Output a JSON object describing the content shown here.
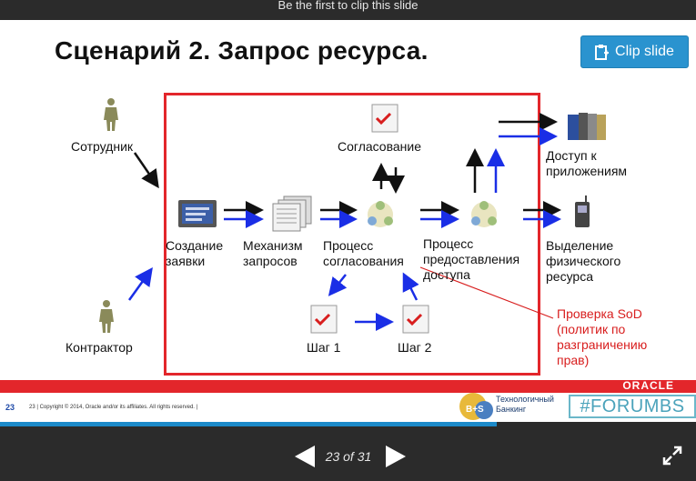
{
  "topbar": {
    "message": "Be the first to clip this slide"
  },
  "slide": {
    "title": "Сценарий 2. Запрос ресурса.",
    "clip_label": "Clip slide",
    "labels": {
      "employee": "Сотрудник",
      "contractor": "Контрактор",
      "create_request_1": "Создание",
      "create_request_2": "заявки",
      "mechanism_1": "Механизм",
      "mechanism_2": "запросов",
      "approval_process_1": "Процесс",
      "approval_process_2": "согласования",
      "provision_process_1": "Процесс",
      "provision_process_2": "предоставления",
      "provision_process_3": "доступа",
      "approval": "Согласование",
      "step1": "Шаг 1",
      "step2": "Шаг 2",
      "app_access_1": "Доступ к",
      "app_access_2": "приложениям",
      "physical_1": "Выделение",
      "physical_2": "физического",
      "physical_3": "ресурса",
      "sod_1": "Проверка SoD",
      "sod_2": "(политик по",
      "sod_3": "разграничению",
      "sod_4": "прав)"
    },
    "footer": {
      "page_number": "23",
      "copyright": "23  |  Copyright © 2014, Oracle and/or its affiliates. All rights reserved.  |",
      "oracle": "ORACLE",
      "bank_logo": "B+S",
      "bank_name_1": "Технологичный",
      "bank_name_2": "Банкинг",
      "hashtag": "#FORUMBS"
    }
  },
  "navigation": {
    "counter": "23 of 31"
  },
  "progress": {
    "fraction": 0.714
  },
  "colors": {
    "accent": "#2a93cf",
    "red": "#e3262b",
    "arrow_blue": "#1a2ee6"
  }
}
